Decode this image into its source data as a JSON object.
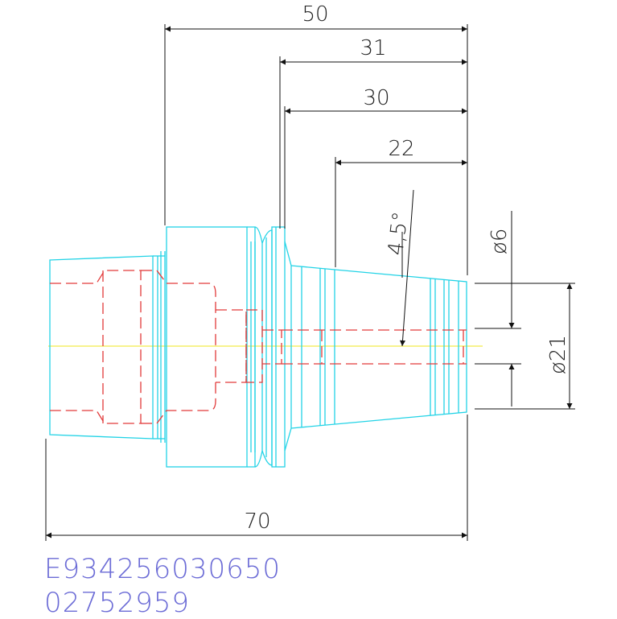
{
  "drawing": {
    "dimensions": {
      "d50": "50",
      "d31": "31",
      "d30": "30",
      "d22": "22",
      "d70": "70",
      "angle": "4,5°",
      "dia6": "ø6",
      "dia21": "ø21"
    },
    "colors": {
      "outline": "#22d3e6",
      "hidden": "#e23a3a",
      "centerline": "#f2ea4a",
      "dimension": "#222222",
      "code_text": "#6b6bd6"
    }
  },
  "part_codes": {
    "code1": "E934256030650",
    "code2": "02752959"
  }
}
